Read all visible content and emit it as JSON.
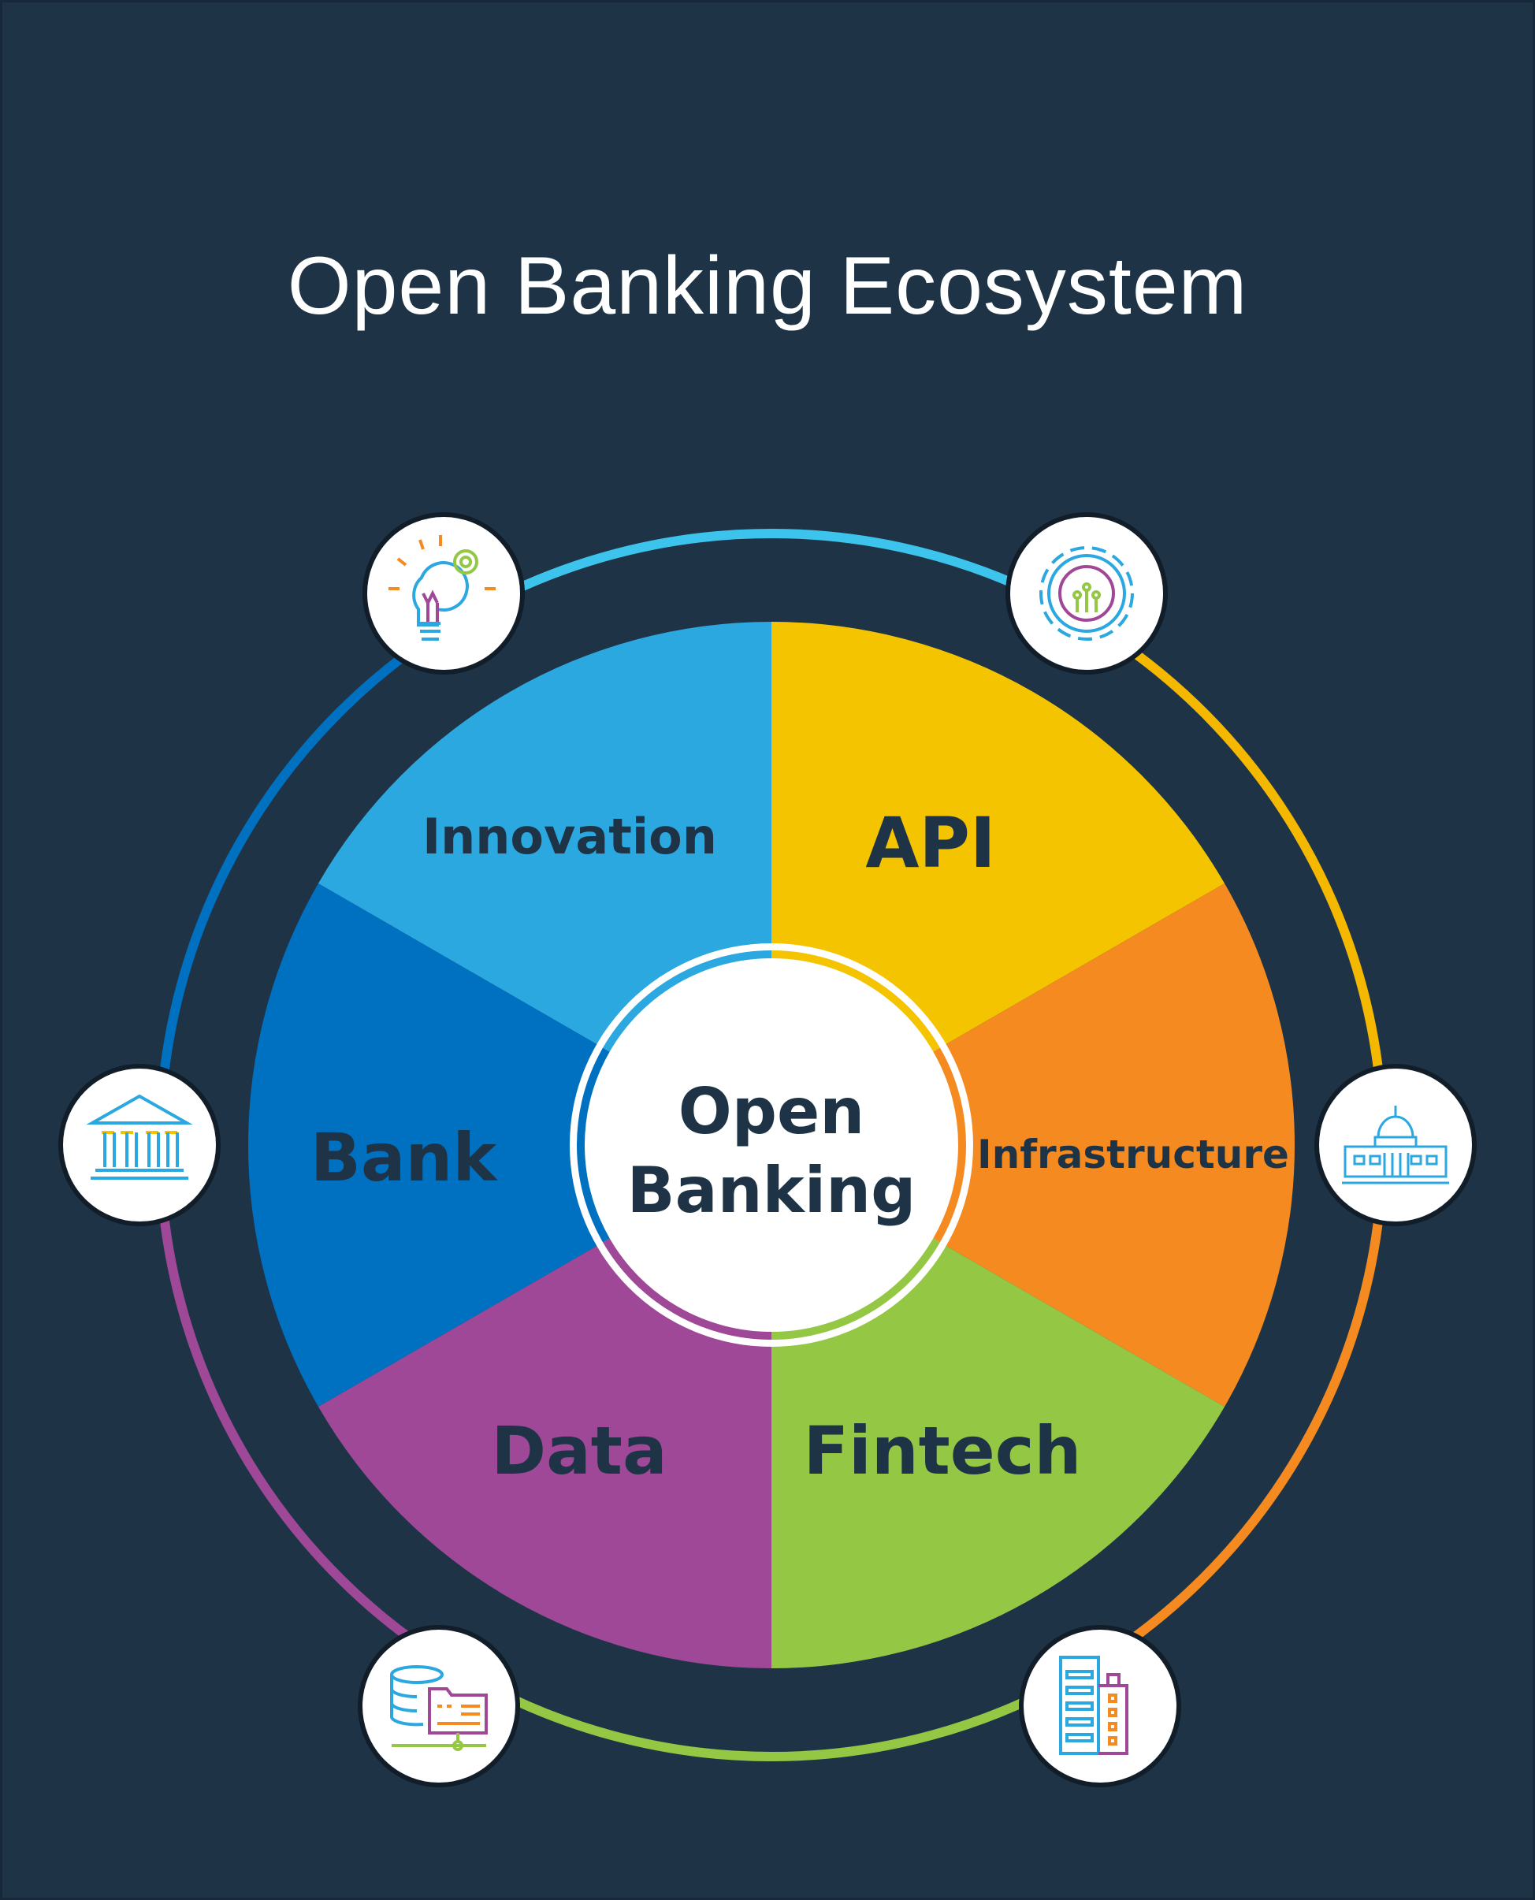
{
  "title": "Open Banking Ecosystem",
  "center": {
    "line1": "Open",
    "line2": "Banking"
  },
  "colors": {
    "background": "#1E3446",
    "text": "#1E3446",
    "ring_top": "#3CC4EC"
  },
  "segments": [
    {
      "label": "API",
      "color": "#F5C400",
      "ring_color": "#F5B800",
      "icon": "gear-circuit-icon"
    },
    {
      "label": "Infrastructure",
      "color": "#F58B20",
      "ring_color": "#F58B20",
      "icon": "government-building-icon"
    },
    {
      "label": "Fintech",
      "color": "#94C844",
      "ring_color": "#94C844",
      "icon": "office-buildings-icon"
    },
    {
      "label": "Data",
      "color": "#A04898",
      "ring_color": "#A04898",
      "icon": "database-folder-icon"
    },
    {
      "label": "Bank",
      "color": "#0070C0",
      "ring_color": "#0070C0",
      "icon": "bank-icon"
    },
    {
      "label": "Innovation",
      "color": "#2BA8E0",
      "ring_color": "#3CC4EC",
      "icon": "lightbulb-gear-icon"
    }
  ]
}
